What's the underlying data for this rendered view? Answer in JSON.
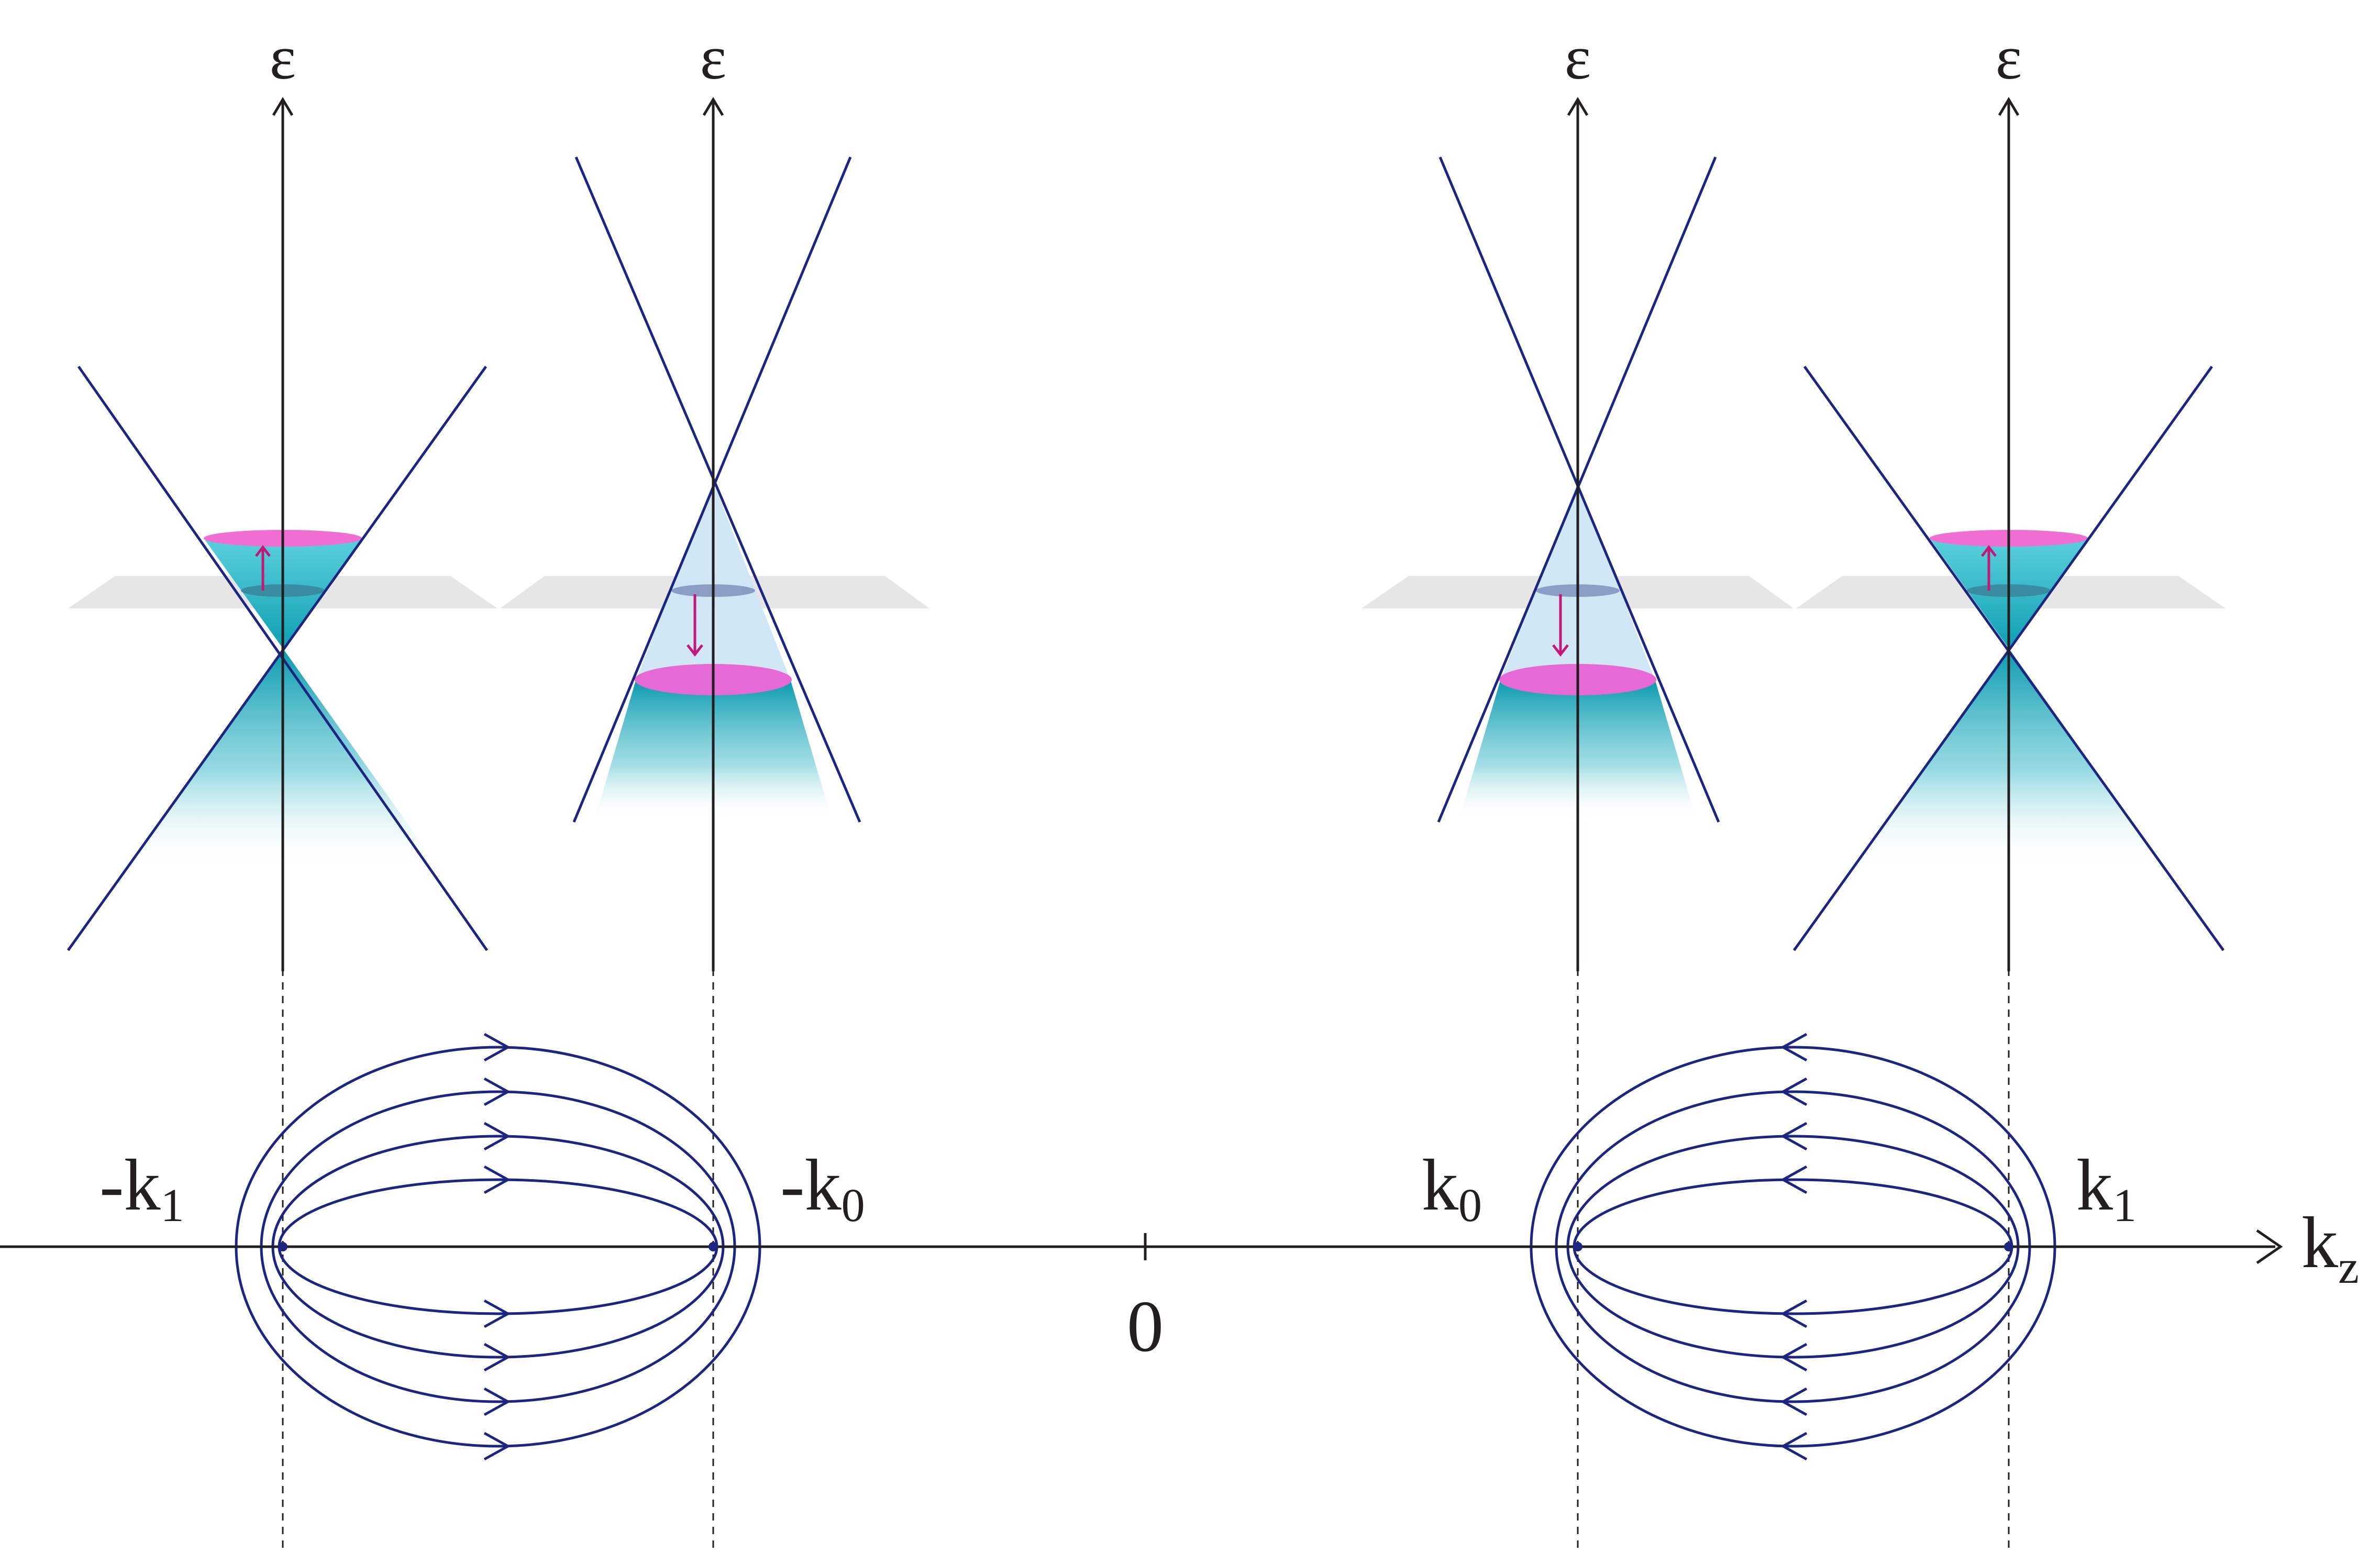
{
  "diagram": {
    "axis": {
      "kz_label": "k",
      "kz_sub": "z",
      "origin_label": "0"
    },
    "energy_label": "ε",
    "nodes": [
      {
        "id": "neg_k1",
        "main": "-k",
        "sub": "1"
      },
      {
        "id": "neg_k0",
        "main": "-k",
        "sub": "0"
      },
      {
        "id": "k0",
        "main": "k",
        "sub": "0"
      },
      {
        "id": "k1",
        "main": "k",
        "sub": "1"
      }
    ],
    "colors": {
      "line": "#1c2580",
      "cone_fill": "#1aa3b3",
      "pink_disc": "#f06dd2",
      "magenta_arrow": "#c2187a",
      "plane": "#e6e6e6",
      "axis": "#231f20"
    },
    "flow_directions": {
      "left_pair": "right",
      "right_pair": "left"
    }
  }
}
